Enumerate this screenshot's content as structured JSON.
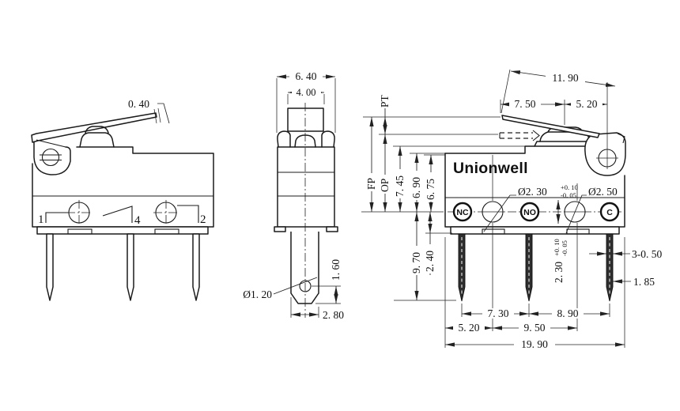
{
  "views": {
    "left": {
      "pin_labels": {
        "one": "1",
        "four": "4",
        "two": "2"
      },
      "dims": {
        "lever_thickness": "0. 40"
      }
    },
    "front": {
      "dims": {
        "width": "6. 40",
        "lever_width": "4. 00",
        "hole_dia": "Ø1. 20",
        "hole_offset": "1. 60",
        "foot_width": "2. 80"
      }
    },
    "right": {
      "brand": "Unionwell",
      "terminals": {
        "nc": "NC",
        "no": "NO",
        "c": "C"
      },
      "dims": {
        "lever_length": "11. 90",
        "tip_to_plunger": "7. 50",
        "plunger_to_hinge": "5. 20",
        "pt": "PT",
        "fp": "FP",
        "op": "OP",
        "h745": "7. 45",
        "h690": "6. 90",
        "h675": "6. 75",
        "pin_length": "9. 70",
        "base_height": "2. 40",
        "hole_small": "Ø2. 30",
        "hole_small_tol_plus": "+0. 10",
        "hole_small_tol_minus": "-0. 05",
        "hole_large": "Ø2. 50",
        "slot": "2. 30",
        "slot_tol_plus": "+0. 10",
        "slot_tol_minus": "-0. 05",
        "pitch_1_2": "7. 30",
        "pitch_2_3": "8. 90",
        "edge_to_hole": "5. 20",
        "hole_pitch": "9. 50",
        "overall": "19. 90",
        "pin_thk": "3-0. 50",
        "pin_tip": "1. 85"
      }
    }
  }
}
